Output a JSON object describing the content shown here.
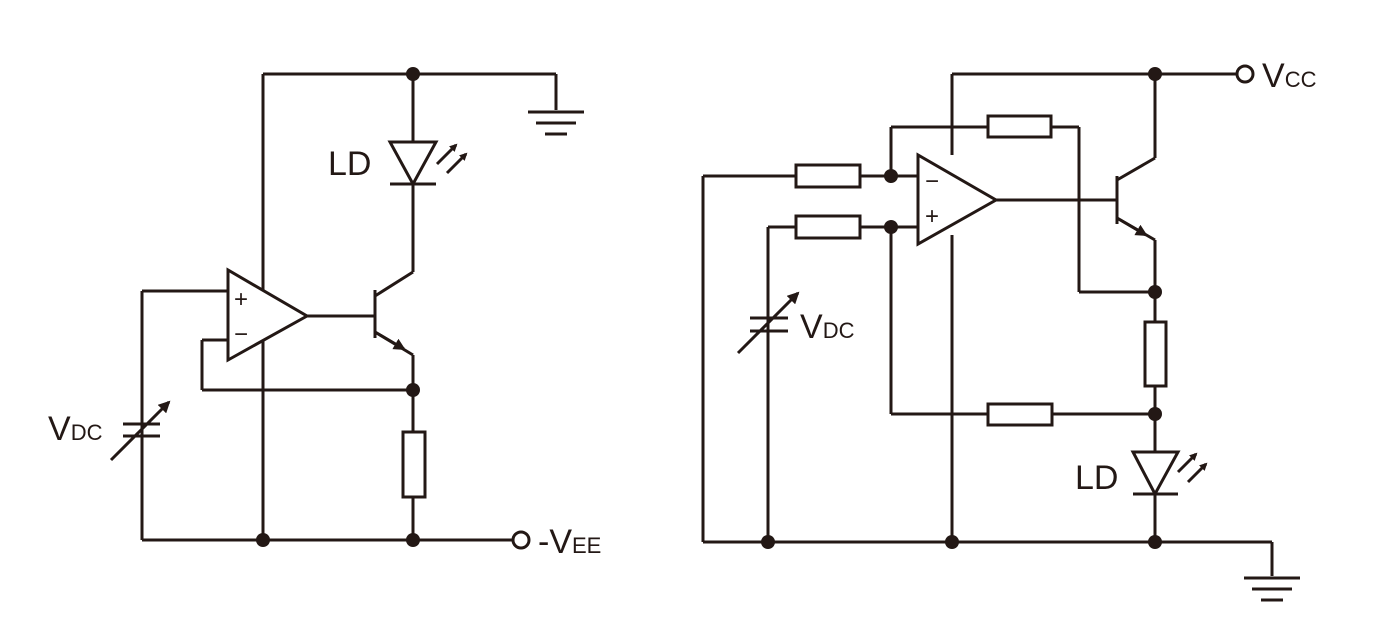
{
  "colors": {
    "ink": "#231815",
    "background": "#ffffff"
  },
  "left_circuit": {
    "ld_label": "LD",
    "vdc_main": "V",
    "vdc_sub": "DC",
    "vee_main": "-V",
    "vee_sub": "EE",
    "opamp_plus": "+",
    "opamp_minus": "−"
  },
  "right_circuit": {
    "ld_label": "LD",
    "vdc_main": "V",
    "vdc_sub": "DC",
    "vcc_main": "V",
    "vcc_sub": "CC",
    "opamp_plus": "+",
    "opamp_minus": "−"
  }
}
